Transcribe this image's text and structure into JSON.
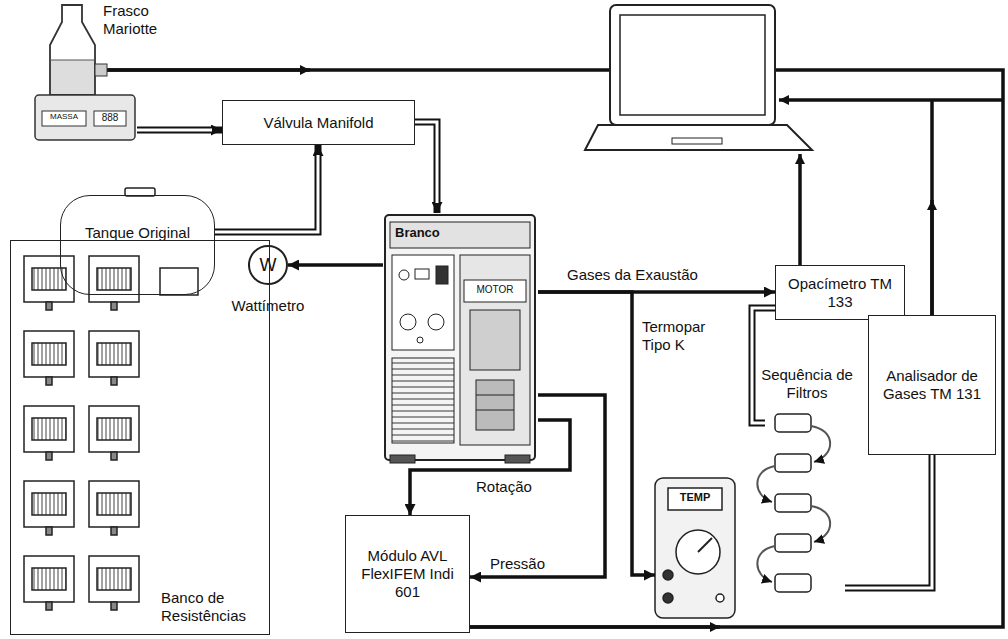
{
  "diagram": {
    "nodes": [
      {
        "text": [
          "Frasco Mariotte"
        ]
      },
      {
        "text": [
          "Válvula Manifold"
        ]
      },
      {
        "text": [
          "Tanque Original"
        ]
      },
      {
        "text": [
          "Branco"
        ]
      },
      {
        "text": [
          "Opacímetro TM 133"
        ]
      },
      {
        "text": [
          "W",
          "Wattímetro"
        ]
      },
      {
        "text": [
          "Sequência de Filtros"
        ]
      },
      {
        "text": [
          "Analisador de Gases TM 131"
        ]
      },
      {
        "text": [
          "Banco de Resistências"
        ]
      },
      {
        "text": [
          "TEMP"
        ]
      },
      {
        "text": [
          "Módulo AVL FlexIFEM Indi 601"
        ]
      }
    ],
    "edges": [
      {
        "from": 0,
        "to": 1,
        "arrow": "to"
      },
      {
        "from": 2,
        "to": 1,
        "arrow": "to"
      },
      {
        "from": 1,
        "to": 3,
        "arrow": "to"
      },
      {
        "from": 3,
        "to": 5,
        "arrow": "to"
      },
      {
        "from": 5,
        "to": 8,
        "arrow": "to"
      },
      {
        "from": 3,
        "to": 4,
        "label": "Gases da Exaustão",
        "arrow": "to"
      },
      {
        "from": 4,
        "to": 6,
        "arrow": "none"
      },
      {
        "from": 6,
        "to": 7,
        "arrow": "none"
      },
      {
        "from": 3,
        "to": 10,
        "label": "Rotação",
        "arrow": "to"
      },
      {
        "from": 3,
        "to": 10,
        "label": "Pressão",
        "arrow": "to"
      },
      {
        "from": 3,
        "to": 9,
        "label": "Termopar Tipo K",
        "arrow": "to"
      }
    ],
    "labels": [
      "MASSA",
      "888",
      "MOTOR"
    ]
  }
}
